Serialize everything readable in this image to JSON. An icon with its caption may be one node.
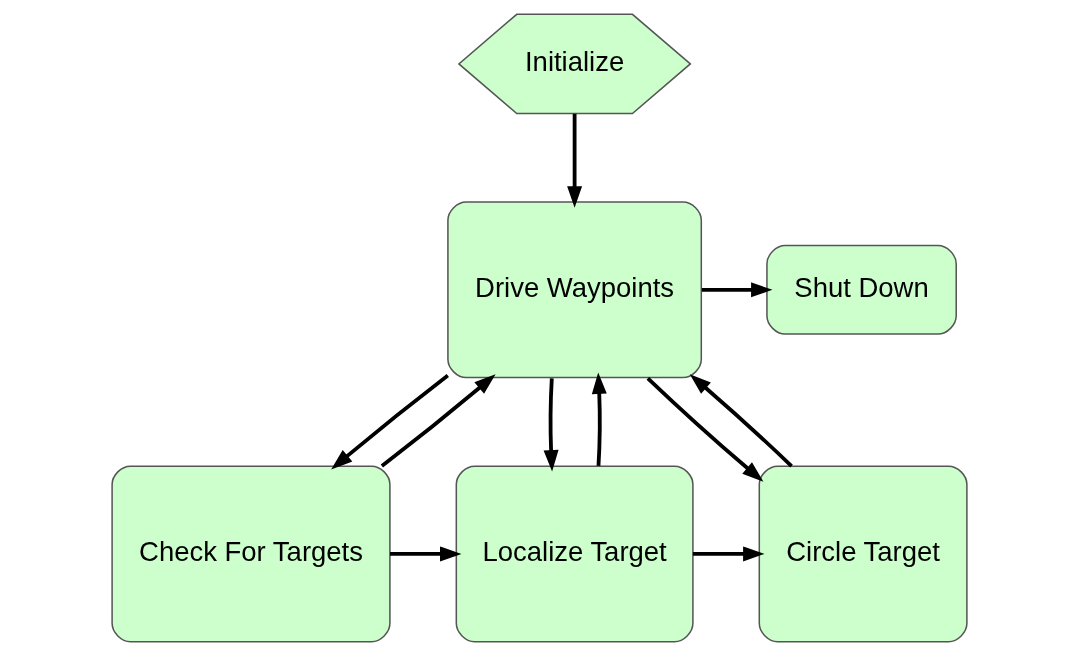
{
  "diagram": {
    "nodes": [
      {
        "text": [
          "Initialize"
        ]
      },
      {
        "text": [
          "Drive Waypoints"
        ]
      },
      {
        "text": [
          "Shut Down"
        ]
      },
      {
        "text": [
          "Check For Targets"
        ]
      },
      {
        "text": [
          "Localize Target"
        ]
      },
      {
        "text": [
          "Circle Target"
        ]
      }
    ],
    "edges": [
      {
        "from": 0,
        "to": 1,
        "arrow": "to"
      },
      {
        "from": 1,
        "to": 2,
        "arrow": "to"
      },
      {
        "from": 1,
        "to": 3,
        "arrow": "to"
      },
      {
        "from": 3,
        "to": 1,
        "arrow": "to"
      },
      {
        "from": 1,
        "to": 4,
        "arrow": "to"
      },
      {
        "from": 4,
        "to": 1,
        "arrow": "to"
      },
      {
        "from": 1,
        "to": 5,
        "arrow": "to"
      },
      {
        "from": 5,
        "to": 1,
        "arrow": "to"
      },
      {
        "from": 3,
        "to": 4,
        "arrow": "to"
      },
      {
        "from": 4,
        "to": 5,
        "arrow": "to"
      }
    ]
  }
}
